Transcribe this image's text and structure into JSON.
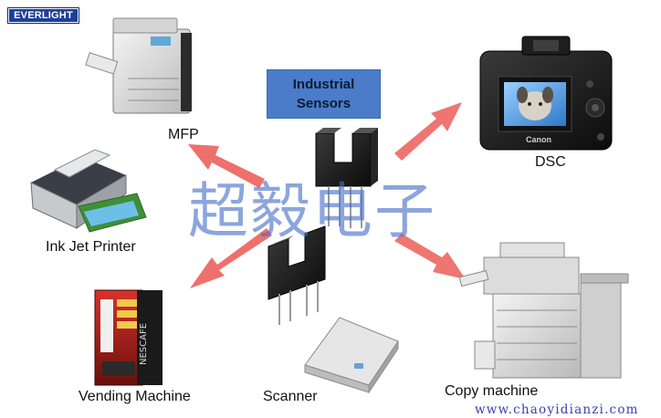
{
  "logo": {
    "text": "EVERLIGHT"
  },
  "center": {
    "title_line1": "Industrial",
    "title_line2": "Sensors"
  },
  "devices": {
    "mfp": "MFP",
    "inkjet": "Ink Jet Printer",
    "vending": "Vending Machine",
    "scanner": "Scanner",
    "copy": "Copy machine",
    "dsc": "DSC"
  },
  "watermark": {
    "text": "超毅电子"
  },
  "camera_brand": "Canon",
  "footer": {
    "url": "www.chaoyidianzi.com"
  },
  "colors": {
    "arrow": "#e8403c",
    "title_bg": "#4a7cc9",
    "logo_bg": "#1d3f9a",
    "watermark": "#466ec8"
  }
}
